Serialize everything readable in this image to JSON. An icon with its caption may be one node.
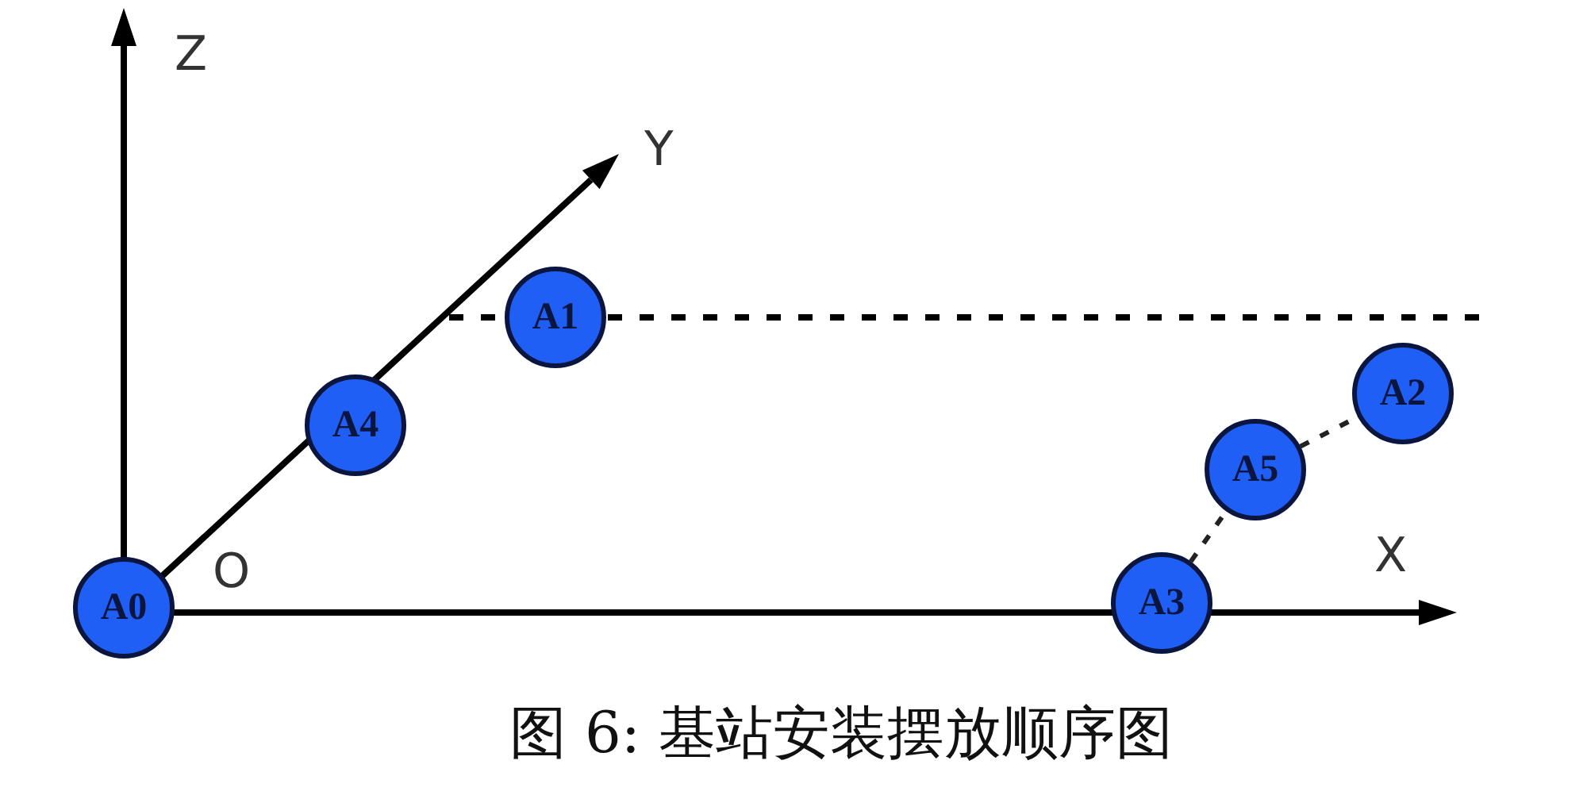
{
  "diagram": {
    "caption": "图 6: 基站安装摆放顺序图",
    "nodes": [
      {
        "text": [
          "A1"
        ]
      },
      {
        "text": [
          "A2"
        ]
      },
      {
        "text": [
          "A4"
        ]
      },
      {
        "text": [
          "A5"
        ]
      },
      {
        "text": [
          "A0"
        ]
      },
      {
        "text": [
          "A3"
        ]
      }
    ],
    "edges": [
      {
        "from": 5,
        "to": 3,
        "arrow": "none",
        "style": "dashed"
      },
      {
        "from": 3,
        "to": 1,
        "arrow": "none",
        "style": "dashed"
      }
    ],
    "labels": [
      "Z",
      "Y",
      "O",
      "X"
    ]
  }
}
